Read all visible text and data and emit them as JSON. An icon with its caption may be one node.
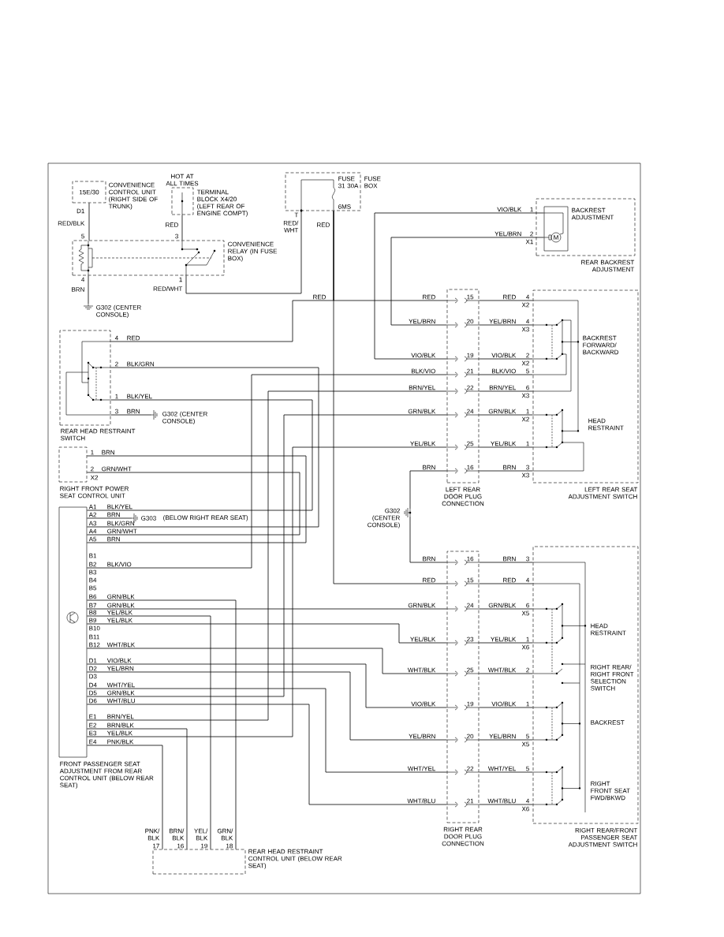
{
  "diagram": {
    "nodes": [
      {
        "text": [
          "15E/30",
          "CONVENIENCE CONTROL UNIT (RIGHT SIDE OF TRUNK)"
        ]
      },
      {
        "text": [
          "HOT AT ALL TIMES",
          "TERMINAL BLOCK X4/20 (LEFT REAR OF ENGINE COMPT)"
        ]
      },
      {
        "text": [
          "FUSE 31 30A",
          "FUSE BOX"
        ]
      },
      {
        "text": [
          "CONVENIENCE RELAY (IN FUSE BOX)"
        ]
      },
      {
        "text": [
          "G302 (CENTER CONSOLE)"
        ]
      },
      {
        "text": [
          "REAR BACKREST ADJUSTMENT"
        ]
      },
      {
        "text": [
          "BACKREST ADJUSTMENT"
        ],
        "in": 5
      },
      {
        "text": [
          "REAR HEAD RESTRAINT SWITCH"
        ]
      },
      {
        "text": [
          "G302 (CENTER CONSOLE)"
        ]
      },
      {
        "text": [
          "RIGHT FRONT POWER SEAT CONTROL UNIT"
        ]
      },
      {
        "text": [
          "FRONT PASSENGER SEAT ADJUSTMENT FROM REAR CONTROL UNIT (BELOW REAR SEAT)"
        ]
      },
      {
        "text": [
          "G303",
          "(BELOW RIGHT REAR SEAT)"
        ]
      },
      {
        "text": [
          "LEFT REAR DOOR PLUG CONNECTION"
        ]
      },
      {
        "text": [
          "BACKREST FORWARD/ BACKWARD",
          "HEAD RESTRAINT",
          "LEFT REAR SEAT ADJUSTMENT SWITCH"
        ]
      },
      {
        "text": [
          "G302 (CENTER CONSOLE)"
        ]
      },
      {
        "text": [
          "RIGHT REAR DOOR PLUG CONNECTION"
        ]
      },
      {
        "text": [
          "HEAD RESTRAINT",
          "RIGHT REAR/ RIGHT FRONT SELECTION SWITCH",
          "BACKREST",
          "RIGHT FRONT SEAT FWD/BKWD",
          "RIGHT REAR/FRONT PASSENGER SEAT ADJUSTMENT SWITCH"
        ]
      },
      {
        "text": [
          "REAR HEAD RESTRAINT CONTROL UNIT (BELOW REAR SEAT)"
        ]
      }
    ],
    "edges": [
      {
        "from": 0,
        "to": 3,
        "arrow": "none",
        "label": "RED/BLK"
      },
      {
        "from": 1,
        "to": 3,
        "arrow": "none",
        "label": "RED"
      },
      {
        "from": 3,
        "to": 4,
        "arrow": "none",
        "label": "BRN"
      },
      {
        "from": 3,
        "to": 2,
        "arrow": "none",
        "label": "RED/WHT"
      },
      {
        "from": 2,
        "to": 7,
        "arrow": "none",
        "label": "RED"
      },
      {
        "from": 2,
        "to": 12,
        "arrow": "none",
        "label": "RED"
      },
      {
        "from": 2,
        "to": 15,
        "arrow": "none",
        "label": "RED"
      },
      {
        "from": 12,
        "to": 13,
        "arrow": "none",
        "label": "RED"
      },
      {
        "from": 6,
        "to": 12,
        "arrow": "none",
        "label": "VIO/BLK"
      },
      {
        "from": 6,
        "to": 12,
        "arrow": "none",
        "label": "YEL/BRN"
      },
      {
        "from": 12,
        "to": 13,
        "arrow": "none",
        "label": "YEL/BRN"
      },
      {
        "from": 12,
        "to": 13,
        "arrow": "none",
        "label": "VIO/BLK"
      },
      {
        "from": 10,
        "to": 12,
        "arrow": "none",
        "label": "BLK/VIO"
      },
      {
        "from": 12,
        "to": 13,
        "arrow": "none",
        "label": "BLK/VIO"
      },
      {
        "from": 10,
        "to": 12,
        "arrow": "none",
        "label": "BRN/YEL"
      },
      {
        "from": 12,
        "to": 13,
        "arrow": "none",
        "label": "BRN/YEL"
      },
      {
        "from": 10,
        "to": 12,
        "arrow": "none",
        "label": "GRN/BLK"
      },
      {
        "from": 12,
        "to": 13,
        "arrow": "none",
        "label": "GRN/BLK"
      },
      {
        "from": 10,
        "to": 12,
        "arrow": "none",
        "label": "YEL/BLK"
      },
      {
        "from": 12,
        "to": 13,
        "arrow": "none",
        "label": "YEL/BLK"
      },
      {
        "from": 14,
        "to": 12,
        "arrow": "none",
        "label": "BRN"
      },
      {
        "from": 12,
        "to": 13,
        "arrow": "none",
        "label": "BRN"
      },
      {
        "from": 14,
        "to": 15,
        "arrow": "none",
        "label": "BRN"
      },
      {
        "from": 15,
        "to": 16,
        "arrow": "none",
        "label": "BRN"
      },
      {
        "from": 15,
        "to": 16,
        "arrow": "none",
        "label": "RED"
      },
      {
        "from": 10,
        "to": 15,
        "arrow": "none",
        "label": "GRN/BLK"
      },
      {
        "from": 15,
        "to": 16,
        "arrow": "none",
        "label": "GRN/BLK"
      },
      {
        "from": 10,
        "to": 15,
        "arrow": "none",
        "label": "YEL/BLK"
      },
      {
        "from": 15,
        "to": 16,
        "arrow": "none",
        "label": "YEL/BLK"
      },
      {
        "from": 10,
        "to": 15,
        "arrow": "none",
        "label": "WHT/BLK"
      },
      {
        "from": 15,
        "to": 16,
        "arrow": "none",
        "label": "WHT/BLK"
      },
      {
        "from": 10,
        "to": 15,
        "arrow": "none",
        "label": "VIO/BLK"
      },
      {
        "from": 15,
        "to": 16,
        "arrow": "none",
        "label": "VIO/BLK"
      },
      {
        "from": 10,
        "to": 15,
        "arrow": "none",
        "label": "YEL/BRN"
      },
      {
        "from": 15,
        "to": 16,
        "arrow": "none",
        "label": "YEL/BRN"
      },
      {
        "from": 10,
        "to": 15,
        "arrow": "none",
        "label": "WHT/YEL"
      },
      {
        "from": 15,
        "to": 16,
        "arrow": "none",
        "label": "WHT/YEL"
      },
      {
        "from": 10,
        "to": 15,
        "arrow": "none",
        "label": "WHT/BLU"
      },
      {
        "from": 15,
        "to": 16,
        "arrow": "none",
        "label": "WHT/BLU"
      },
      {
        "from": 10,
        "to": 7,
        "arrow": "none",
        "label": "BLK/YEL"
      },
      {
        "from": 10,
        "to": 11,
        "arrow": "none",
        "label": "BRN"
      },
      {
        "from": 10,
        "to": 7,
        "arrow": "none",
        "label": "BLK/GRN"
      },
      {
        "from": 10,
        "to": 9,
        "arrow": "none",
        "label": "GRN/WHT"
      },
      {
        "from": 10,
        "to": 9,
        "arrow": "none",
        "label": "BRN"
      },
      {
        "from": 7,
        "to": 8,
        "arrow": "none",
        "label": "BRN"
      },
      {
        "from": 10,
        "to": 17,
        "arrow": "none",
        "label": "GRN/BLK"
      },
      {
        "from": 10,
        "to": 17,
        "arrow": "none",
        "label": "YEL/BLK"
      },
      {
        "from": 10,
        "to": 17,
        "arrow": "none",
        "label": "BRN/BLK"
      },
      {
        "from": 10,
        "to": 17,
        "arrow": "none",
        "label": "PNK/BLK"
      }
    ],
    "labels": [
      "T",
      "6MS",
      "RED/ WHT",
      "RED",
      "RED",
      "D1",
      "5",
      "3",
      "4",
      "1",
      "VIO/BLK",
      "1",
      "YEL/BRN",
      "2",
      "X1",
      "M",
      "BLK/VIO",
      "BRN/YEL",
      "GRN/BLK",
      "YEL/BLK",
      "15",
      "20",
      "19",
      "21",
      "22",
      "24",
      "25",
      "16",
      "4",
      "4",
      "2",
      "5",
      "6",
      "1",
      "1",
      "3",
      "X2",
      "X3",
      "X2",
      "X3",
      "X2",
      "X3",
      "GRN/BLK",
      "YEL/BLK",
      "WHT/BLK",
      "VIO/BLK",
      "YEL/BRN",
      "WHT/YEL",
      "WHT/BLU",
      "16",
      "15",
      "24",
      "23",
      "25",
      "19",
      "20",
      "22",
      "21",
      "3",
      "4",
      "6",
      "1",
      "2",
      "1",
      "5",
      "5",
      "4",
      "X5",
      "X6",
      "X5",
      "X6",
      "4",
      "2",
      "1",
      "3",
      "BLK/GRN",
      "BLK/YEL",
      "1",
      "2",
      "X2",
      "BRN",
      "GRN/WHT",
      "A1",
      "A2",
      "A3",
      "A4",
      "A5",
      "B1",
      "B2",
      "B3",
      "B4",
      "B5",
      "B6",
      "B7",
      "B8",
      "B9",
      "B10",
      "B11",
      "B12",
      "D1",
      "D2",
      "D3",
      "D4",
      "D5",
      "D6",
      "E1",
      "E2",
      "E3",
      "E4",
      "PNK/ BLK",
      "BRN/ BLK",
      "YEL/ BLK",
      "GRN/ BLK",
      "17",
      "16",
      "19",
      "18"
    ]
  }
}
